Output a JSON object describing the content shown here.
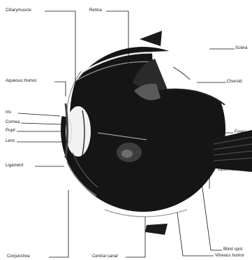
{
  "labels": {
    "ciliary_muscle": "Ciliarymuscle",
    "retina": "Retina",
    "sclera": "Sclera",
    "aqueous_humor": "Aqueous Humor",
    "choroid": "Choroid",
    "iris": "Iris",
    "cornea": "Cornea",
    "pupil": "Pupil",
    "lens": "Lens",
    "fovea": "Fovea",
    "ligament": "Ligament",
    "optic_nerve": "Optic nerve",
    "blind_spot": "Blind spot",
    "conjunctiva": "Conjunctiva",
    "central_canal": "Central canal",
    "vitreous_humor": "Vitreous humor"
  },
  "colors": {
    "ink": "#111111",
    "paper": "#ffffff"
  }
}
